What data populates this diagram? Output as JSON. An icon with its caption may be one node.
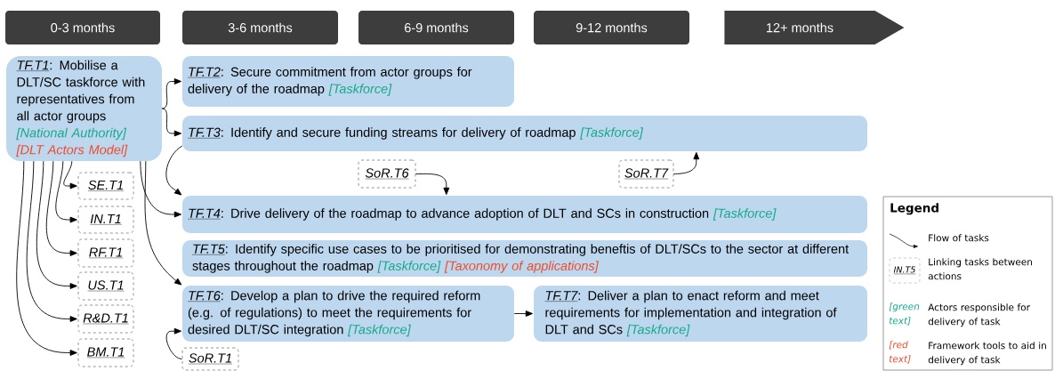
{
  "diagram": {
    "nodes": [
      {
        "text": [
          "0-3 months"
        ]
      },
      {
        "text": [
          "3-6 months"
        ]
      },
      {
        "text": [
          "6-9 months"
        ]
      },
      {
        "text": [
          "9-12 months"
        ]
      },
      {
        "text": [
          "12+ months"
        ]
      },
      {
        "text": [
          "TF.T1",
          ": Mobilise a DLT/SC taskforce with representatives from all actor groups",
          "[National Authority]",
          "[DLT Actors Model]"
        ]
      },
      {
        "text": [
          "TF.T2",
          ": Secure commitment from actor groups for delivery of the roadmap",
          "[Taskforce]"
        ]
      },
      {
        "text": [
          "TF.T3",
          ": Identify and secure funding streams for delivery of roadmap",
          "[Taskforce]"
        ]
      },
      {
        "text": [
          "TF.T4",
          ": Drive delivery of the roadmap to advance adoption of DLT and SCs in construction",
          "[Taskforce]"
        ]
      },
      {
        "text": [
          "TF.T5",
          ": Identify specific use cases to be prioritised for demonstrating beneftis of DLT/SCs to the sector at different stages throughout the roadmap",
          "[Taskforce]",
          "[Taxonomy of applications]"
        ]
      },
      {
        "text": [
          "TF.T6",
          ": Develop a plan to drive the required reform (e.g. of regulations) to meet the requirements for desired DLT/SC integration",
          "[Taskforce]"
        ]
      },
      {
        "text": [
          "TF.T7",
          ": Deliver a plan to enact reform and meet requirements for implementation and integration of DLT and SCs",
          "[Taskforce]"
        ]
      },
      {
        "text": [
          "SoR.T6"
        ]
      },
      {
        "text": [
          "SoR.T7"
        ]
      },
      {
        "text": [
          "SE.T1"
        ]
      },
      {
        "text": [
          "IN.T1"
        ]
      },
      {
        "text": [
          "RF.T1"
        ]
      },
      {
        "text": [
          "US.T1"
        ]
      },
      {
        "text": [
          "R&D.T1"
        ]
      },
      {
        "text": [
          "BM.T1"
        ]
      },
      {
        "text": [
          "SoR.T1"
        ]
      }
    ],
    "edges": [
      {
        "from": 5,
        "to": 6,
        "arrow": "to"
      },
      {
        "from": 5,
        "to": 7,
        "arrow": "to"
      },
      {
        "from": 7,
        "to": 8,
        "arrow": "to"
      },
      {
        "from": 12,
        "to": 8,
        "arrow": "to"
      },
      {
        "from": 13,
        "to": 7,
        "arrow": "to"
      },
      {
        "from": 5,
        "to": 8,
        "arrow": "to"
      },
      {
        "from": 5,
        "to": 10,
        "arrow": "to"
      },
      {
        "from": 5,
        "to": 14,
        "arrow": "to"
      },
      {
        "from": 5,
        "to": 15,
        "arrow": "to"
      },
      {
        "from": 5,
        "to": 16,
        "arrow": "to"
      },
      {
        "from": 5,
        "to": 17,
        "arrow": "to"
      },
      {
        "from": 5,
        "to": 18,
        "arrow": "to"
      },
      {
        "from": 5,
        "to": 19,
        "arrow": "to"
      },
      {
        "from": 20,
        "to": 10,
        "arrow": "to"
      },
      {
        "from": 10,
        "to": 11,
        "arrow": "to"
      }
    ],
    "labels": [
      "Legend",
      "IN.T5",
      "[green text]",
      "[red text]"
    ],
    "legend": [
      {
        "text": "Flow of tasks"
      },
      {
        "text": "Linking tasks between actions"
      },
      {
        "text": "Actors responsible for delivery of task"
      },
      {
        "text": "Framework tools to aid in delivery of task"
      }
    ]
  }
}
